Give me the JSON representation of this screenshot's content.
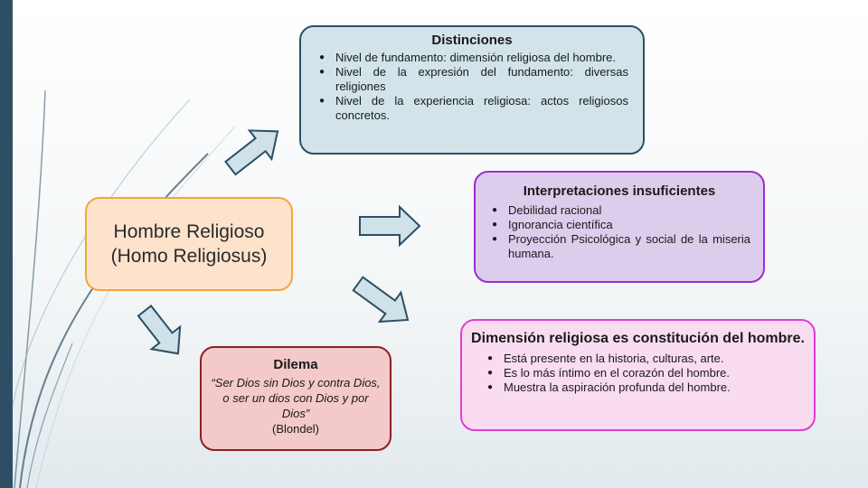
{
  "center": {
    "line1": "Hombre Religioso",
    "line2": "(Homo Religiosus)"
  },
  "distinciones": {
    "title": "Distinciones",
    "items": [
      "Nivel de fundamento: dimensión religiosa del hombre.",
      "Nivel de la expresión del fundamento: diversas religiones",
      "Nivel de la experiencia religiosa: actos religiosos concretos."
    ]
  },
  "interpretaciones": {
    "title": "Interpretaciones insuficientes",
    "items": [
      "Debilidad racional",
      "Ignorancia científica",
      "Proyección Psicológica y social de la miseria humana."
    ]
  },
  "dimension": {
    "title": "Dimensión religiosa es constitución del hombre.",
    "items": [
      "Está presente en la historia, culturas, arte.",
      "Es lo más íntimo en el corazón del hombre.",
      "Muestra la aspiración profunda del hombre."
    ]
  },
  "dilema": {
    "title": "Dilema",
    "quote": "“Ser Dios sin Dios y contra Dios, o ser un dios con Dios y por Dios”",
    "author": "(Blondel)"
  },
  "colors": {
    "accent": "#2d4f66",
    "center_fill": "#fde3cc",
    "center_border": "#f3a53c",
    "distinciones_fill": "#d2e4ea",
    "interpretaciones_fill": "#dccdec",
    "interpretaciones_border": "#9b2ed0",
    "dimension_fill": "#fadcf0",
    "dimension_border": "#e23cd6",
    "dilema_fill": "#f4c9c9",
    "dilema_border": "#8e1f24"
  }
}
